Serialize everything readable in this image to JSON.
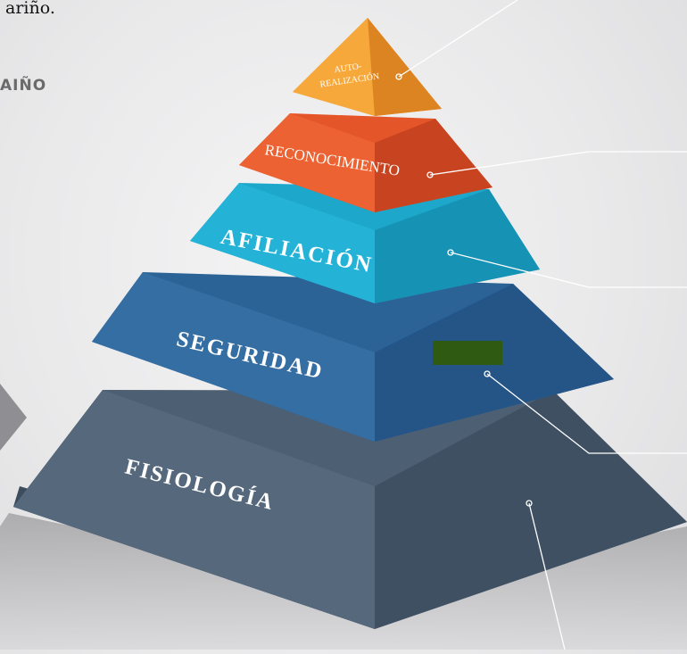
{
  "page": {
    "top_text": "ariño.",
    "side_word": "AIÑO"
  },
  "pyramid": {
    "tiers": [
      {
        "id": "autorrealizacion",
        "lines": [
          "AUTO-",
          "REALIZACIÓN"
        ],
        "color": "#f29a2e"
      },
      {
        "id": "reconocimiento",
        "label": "RECONOCIMIENTO",
        "color": "#e85a2b"
      },
      {
        "id": "afiliacion",
        "label": "AFILIACIÓN",
        "color": "#1eaed0"
      },
      {
        "id": "seguridad",
        "label": "SEGURIDAD",
        "color": "#2e6aa0"
      },
      {
        "id": "fisiologia",
        "label": "FISIOLOGÍA",
        "color": "#3e4f62"
      }
    ],
    "highlight_color": "#2f5a12"
  }
}
